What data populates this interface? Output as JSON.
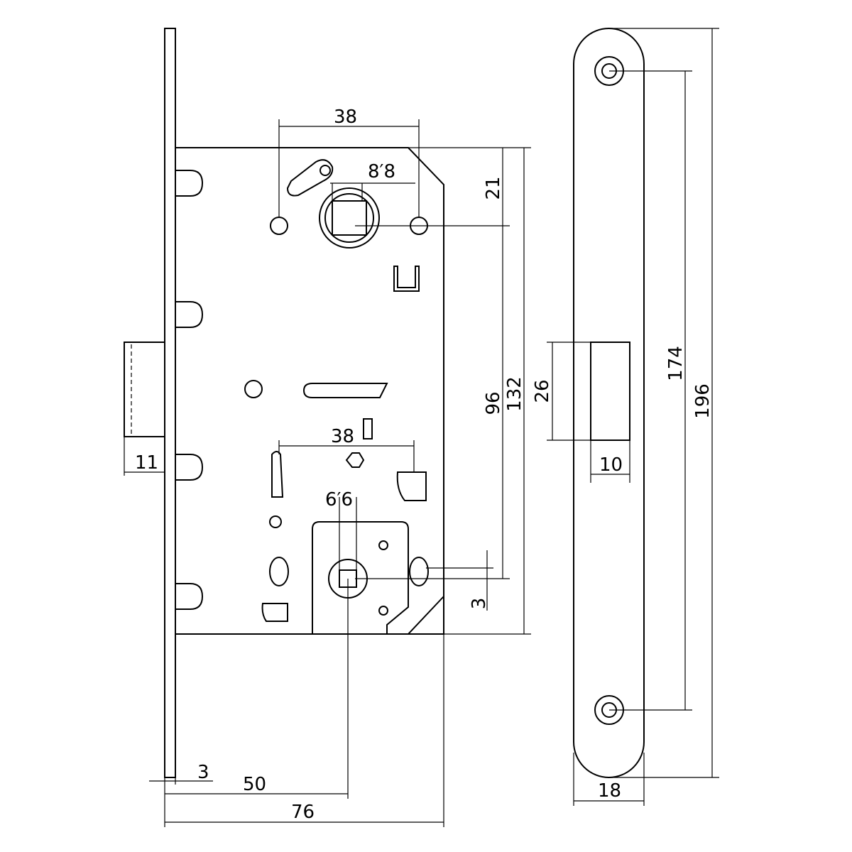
{
  "title": "Mortise lock dimension drawing",
  "colors": {
    "line": "#000000",
    "background": "#ffffff"
  },
  "lock_dimensions": {
    "top_hole_spacing": "38",
    "top_square": "8′8",
    "top_offset": "21",
    "hub_spacing": "96",
    "body_height": "132",
    "bottom_hole_spacing": "38",
    "bottom_square": "6′6",
    "bottom_offset": "3",
    "latch_projection": "11",
    "faceplate_thickness": "3",
    "backset": "50",
    "body_depth": "76"
  },
  "strike_dimensions": {
    "opening_height": "26",
    "opening_width": "10",
    "screw_spacing": "174",
    "plate_height": "196",
    "plate_width": "18"
  }
}
